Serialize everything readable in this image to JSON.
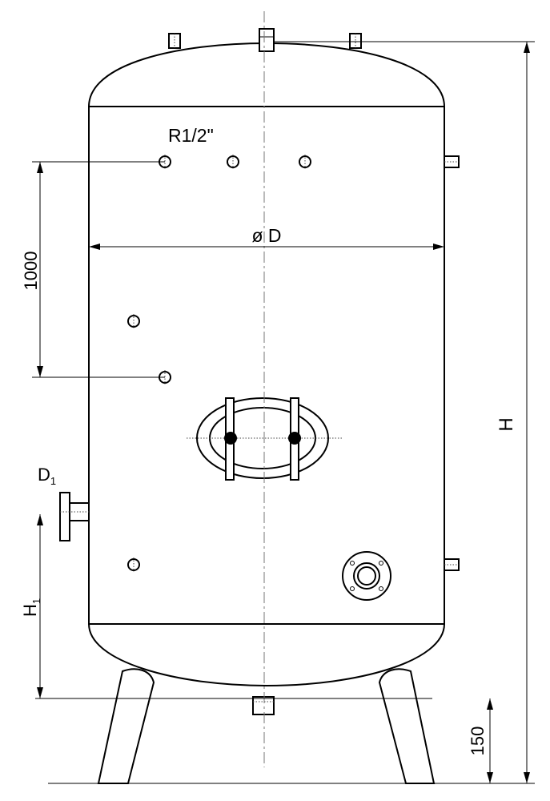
{
  "labels": {
    "socket_size": "R1/2\"",
    "diameter": "ø D",
    "height_total": "H",
    "spacing": "1000",
    "inlet_main": "D",
    "inlet_sub": "1",
    "inlet_height_main": "H",
    "inlet_height_sub": "1",
    "leg_clearance": "150"
  }
}
